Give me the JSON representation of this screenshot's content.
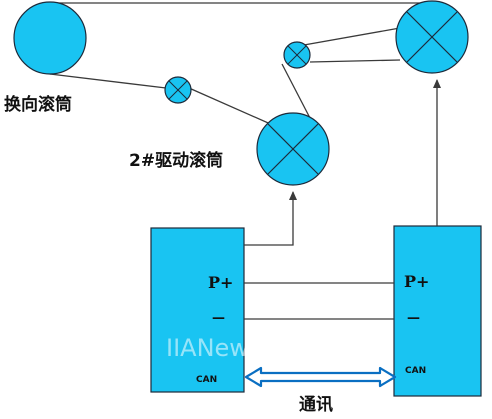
{
  "labels": {
    "reversing_roller": "换向滚筒",
    "drive_roller_2": "2#驱动滚筒",
    "communication": "通讯",
    "watermark": "IIANews"
  },
  "left_controller": {
    "p_plus": "P+",
    "minus": "—",
    "can": "CAN"
  },
  "right_controller": {
    "p_plus": "P+",
    "minus": "—",
    "can": "CAN"
  },
  "colors": {
    "fill": "#19C4F2",
    "stroke": "#1d2a3a",
    "line": "#3a3a3a",
    "arrow_blue": "#0a6fc2"
  }
}
